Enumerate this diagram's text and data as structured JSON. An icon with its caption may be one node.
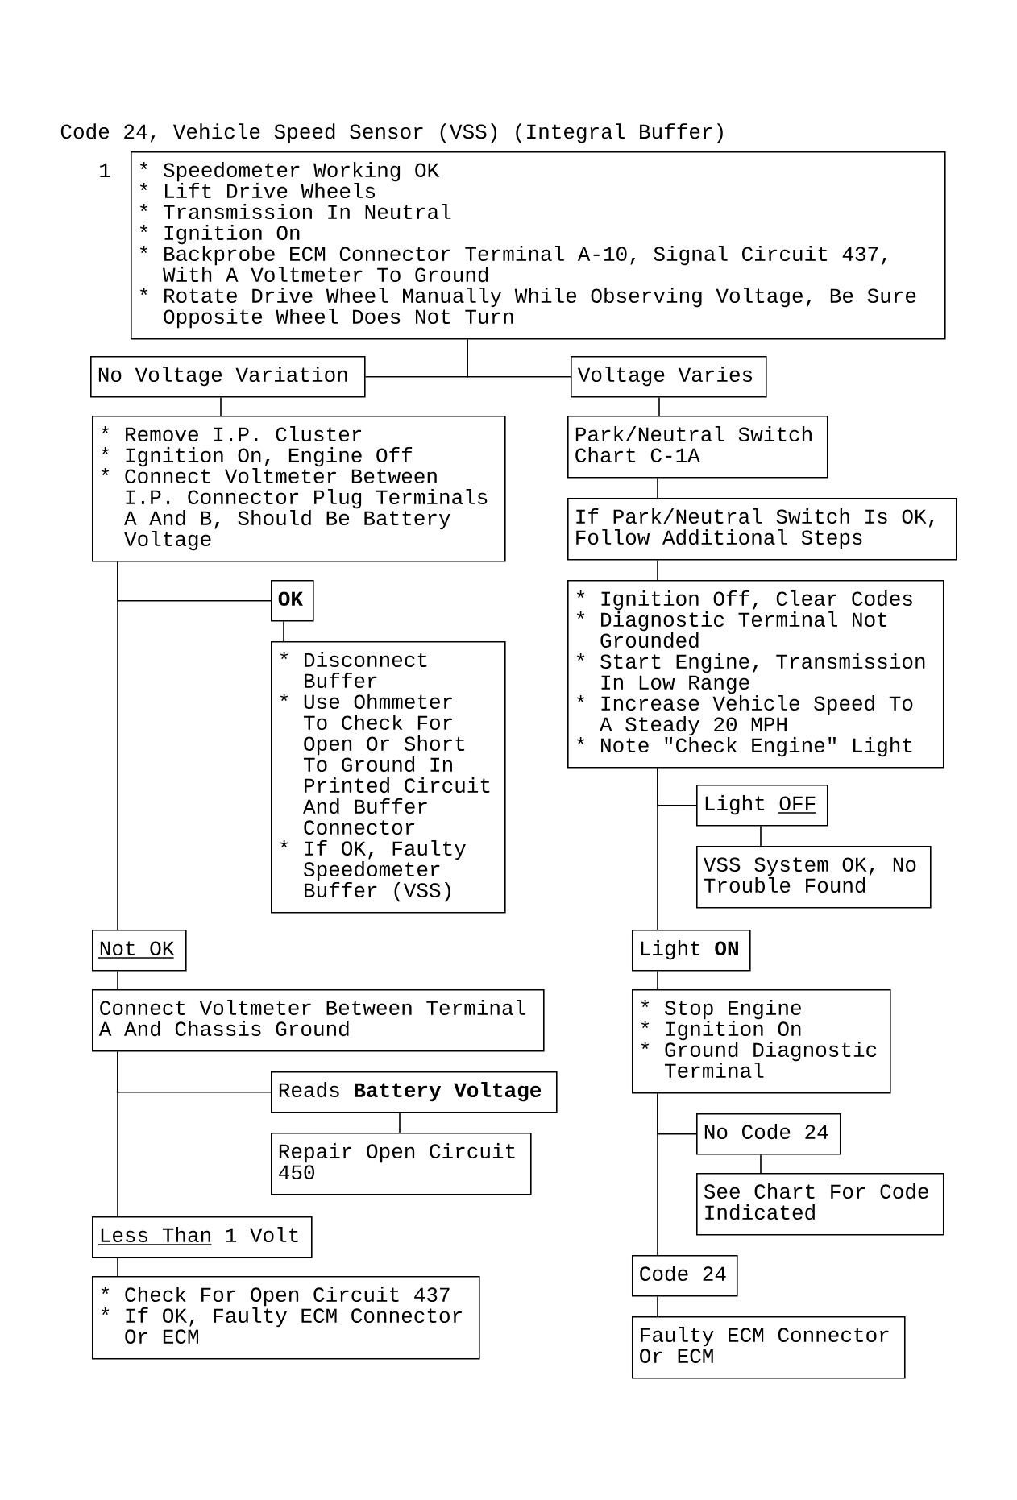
{
  "diagram": {
    "title": "Code 24, Vehicle Speed Sensor (VSS) (Integral Buffer)",
    "nodes": [
      {
        "text": [
          "* Speedometer Working OK",
          "* Lift Drive Wheels",
          "* Transmission In Neutral",
          "* Ignition On",
          "* Backprobe ECM Connector Terminal A-10, Signal Circuit 437, With A Voltmeter To Ground",
          "* Rotate Drive Wheel Manually While Observing Voltage, Be Sure Opposite Wheel Does Not Turn"
        ],
        "beside": [
          "1"
        ]
      },
      {
        "text": [
          "No Voltage Variation"
        ]
      },
      {
        "text": [
          "* Remove I.P. Cluster",
          "* Ignition On, Engine Off",
          "* Connect Voltmeter Between I.P. Connector Plug Terminals A And B, Should Be Battery Voltage"
        ]
      },
      {
        "text": [
          "OK"
        ]
      },
      {
        "text": [
          "* Disconnect Buffer",
          "* Use Ohmmeter To Check For Open Or Short To Ground In Printed Circuit And Buffer Connector",
          "* If OK, Faulty Speedometer Buffer (VSS)"
        ]
      },
      {
        "text": [
          "Not OK"
        ]
      },
      {
        "text": [
          "Connect Voltmeter Between Terminal A And Chassis Ground"
        ]
      },
      {
        "text": [
          "Reads **Battery Voltage**"
        ]
      },
      {
        "text": [
          "Repair Open Circuit 450"
        ]
      },
      {
        "text": [
          "Less Than 1 Volt"
        ]
      },
      {
        "text": [
          "* Check For Open Circuit 437",
          "* If OK, Faulty ECM Connector Or ECM"
        ]
      },
      {
        "text": [
          "Voltage Varies"
        ]
      },
      {
        "text": [
          "Park/Neutral Switch Chart C-1A"
        ]
      },
      {
        "text": [
          "If Park/Neutral Switch Is OK, Follow Additional Steps"
        ]
      },
      {
        "text": [
          "* Ignition Off, Clear Codes",
          "* Diagnostic Terminal Not Grounded",
          "* Start Engine, Transmission In Low Range",
          "* Increase Vehicle Speed To A Steady 20 MPH",
          "* Note \"Check Engine\" Light"
        ]
      },
      {
        "text": [
          "Light OFF"
        ]
      },
      {
        "text": [
          "VSS System OK, No Trouble Found"
        ]
      },
      {
        "text": [
          "Light **ON**"
        ]
      },
      {
        "text": [
          "* Stop Engine",
          "* Ignition On",
          "* Ground Diagnostic Terminal"
        ]
      },
      {
        "text": [
          "No Code 24"
        ]
      },
      {
        "text": [
          "See Chart For Code Indicated"
        ]
      },
      {
        "text": [
          "Code 24"
        ]
      },
      {
        "text": [
          "Faulty ECM Connector Or ECM"
        ]
      }
    ],
    "edges": [
      {
        "from": 0,
        "to": 1,
        "arrow": "none"
      },
      {
        "from": 0,
        "to": 11,
        "arrow": "none"
      },
      {
        "from": 1,
        "to": 2,
        "arrow": "none"
      },
      {
        "from": 2,
        "to": 3,
        "arrow": "none"
      },
      {
        "from": 2,
        "to": 5,
        "arrow": "none"
      },
      {
        "from": 3,
        "to": 4,
        "arrow": "none"
      },
      {
        "from": 5,
        "to": 6,
        "arrow": "none"
      },
      {
        "from": 6,
        "to": 7,
        "arrow": "none"
      },
      {
        "from": 6,
        "to": 9,
        "arrow": "none"
      },
      {
        "from": 7,
        "to": 8,
        "arrow": "none"
      },
      {
        "from": 9,
        "to": 10,
        "arrow": "none"
      },
      {
        "from": 11,
        "to": 12,
        "arrow": "none"
      },
      {
        "from": 12,
        "to": 13,
        "arrow": "none"
      },
      {
        "from": 13,
        "to": 14,
        "arrow": "none"
      },
      {
        "from": 14,
        "to": 15,
        "arrow": "none"
      },
      {
        "from": 14,
        "to": 17,
        "arrow": "none"
      },
      {
        "from": 15,
        "to": 16,
        "arrow": "none"
      },
      {
        "from": 17,
        "to": 18,
        "arrow": "none"
      },
      {
        "from": 18,
        "to": 19,
        "arrow": "none"
      },
      {
        "from": 18,
        "to": 21,
        "arrow": "none"
      },
      {
        "from": 19,
        "to": 20,
        "arrow": "none"
      },
      {
        "from": 21,
        "to": 22,
        "arrow": "none"
      }
    ]
  }
}
